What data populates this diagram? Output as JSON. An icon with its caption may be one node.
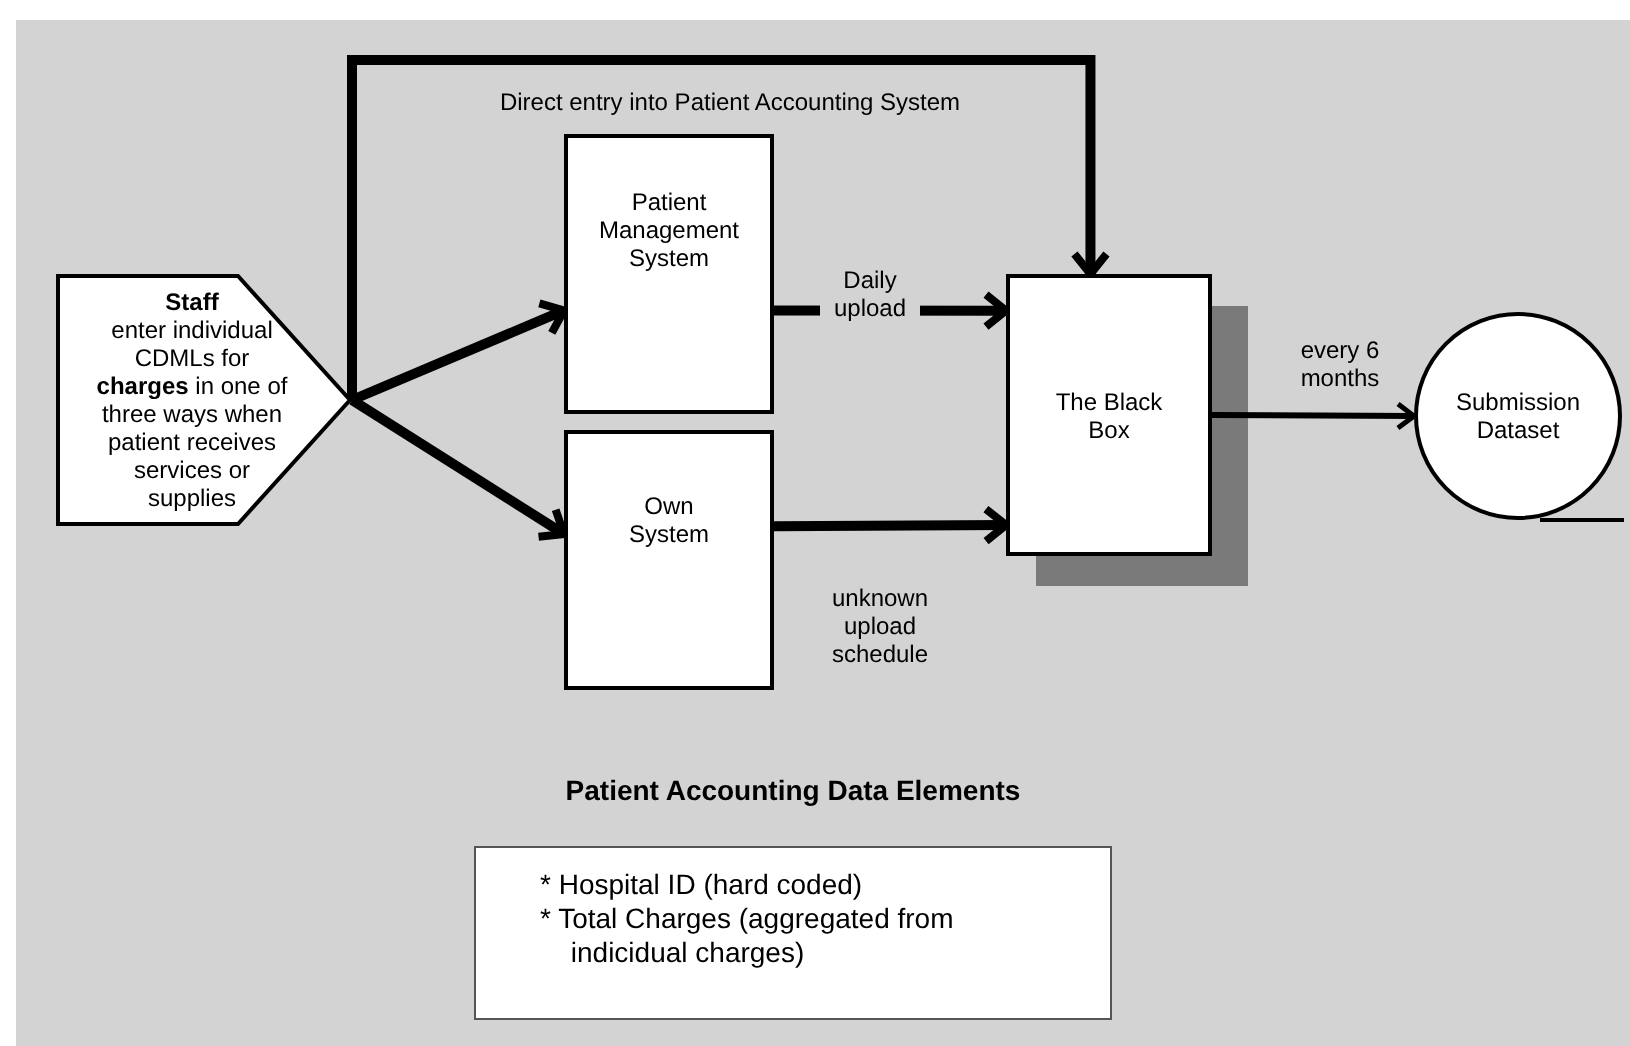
{
  "diagram": {
    "nodes": [
      {
        "text": [
          "Staff",
          "enter individual CDMLs for **charges** in one of three ways when patient receives services or supplies"
        ]
      },
      {
        "text": [
          "Patient Management System"
        ]
      },
      {
        "text": [
          "Own System"
        ]
      },
      {
        "text": [
          "The Black Box"
        ]
      },
      {
        "text": [
          "Submission Dataset"
        ]
      },
      {
        "text": [
          "Patient Accounting Data Elements",
          "* Hospital ID (hard coded)",
          "* Total Charges (aggregated from indicidual charges)"
        ]
      }
    ],
    "edges": [
      {
        "from": 0,
        "to": 1,
        "arrow": "to"
      },
      {
        "from": 0,
        "to": 2,
        "arrow": "to"
      },
      {
        "from": 0,
        "to": 3,
        "arrow": "to",
        "label": "Direct entry into Patient Accounting System"
      },
      {
        "from": 1,
        "to": 3,
        "arrow": "to",
        "label": "Daily upload"
      },
      {
        "from": 2,
        "to": 3,
        "arrow": "to",
        "label": "unknown upload schedule"
      },
      {
        "from": 3,
        "to": 4,
        "arrow": "to",
        "label": "every 6 months"
      }
    ]
  }
}
